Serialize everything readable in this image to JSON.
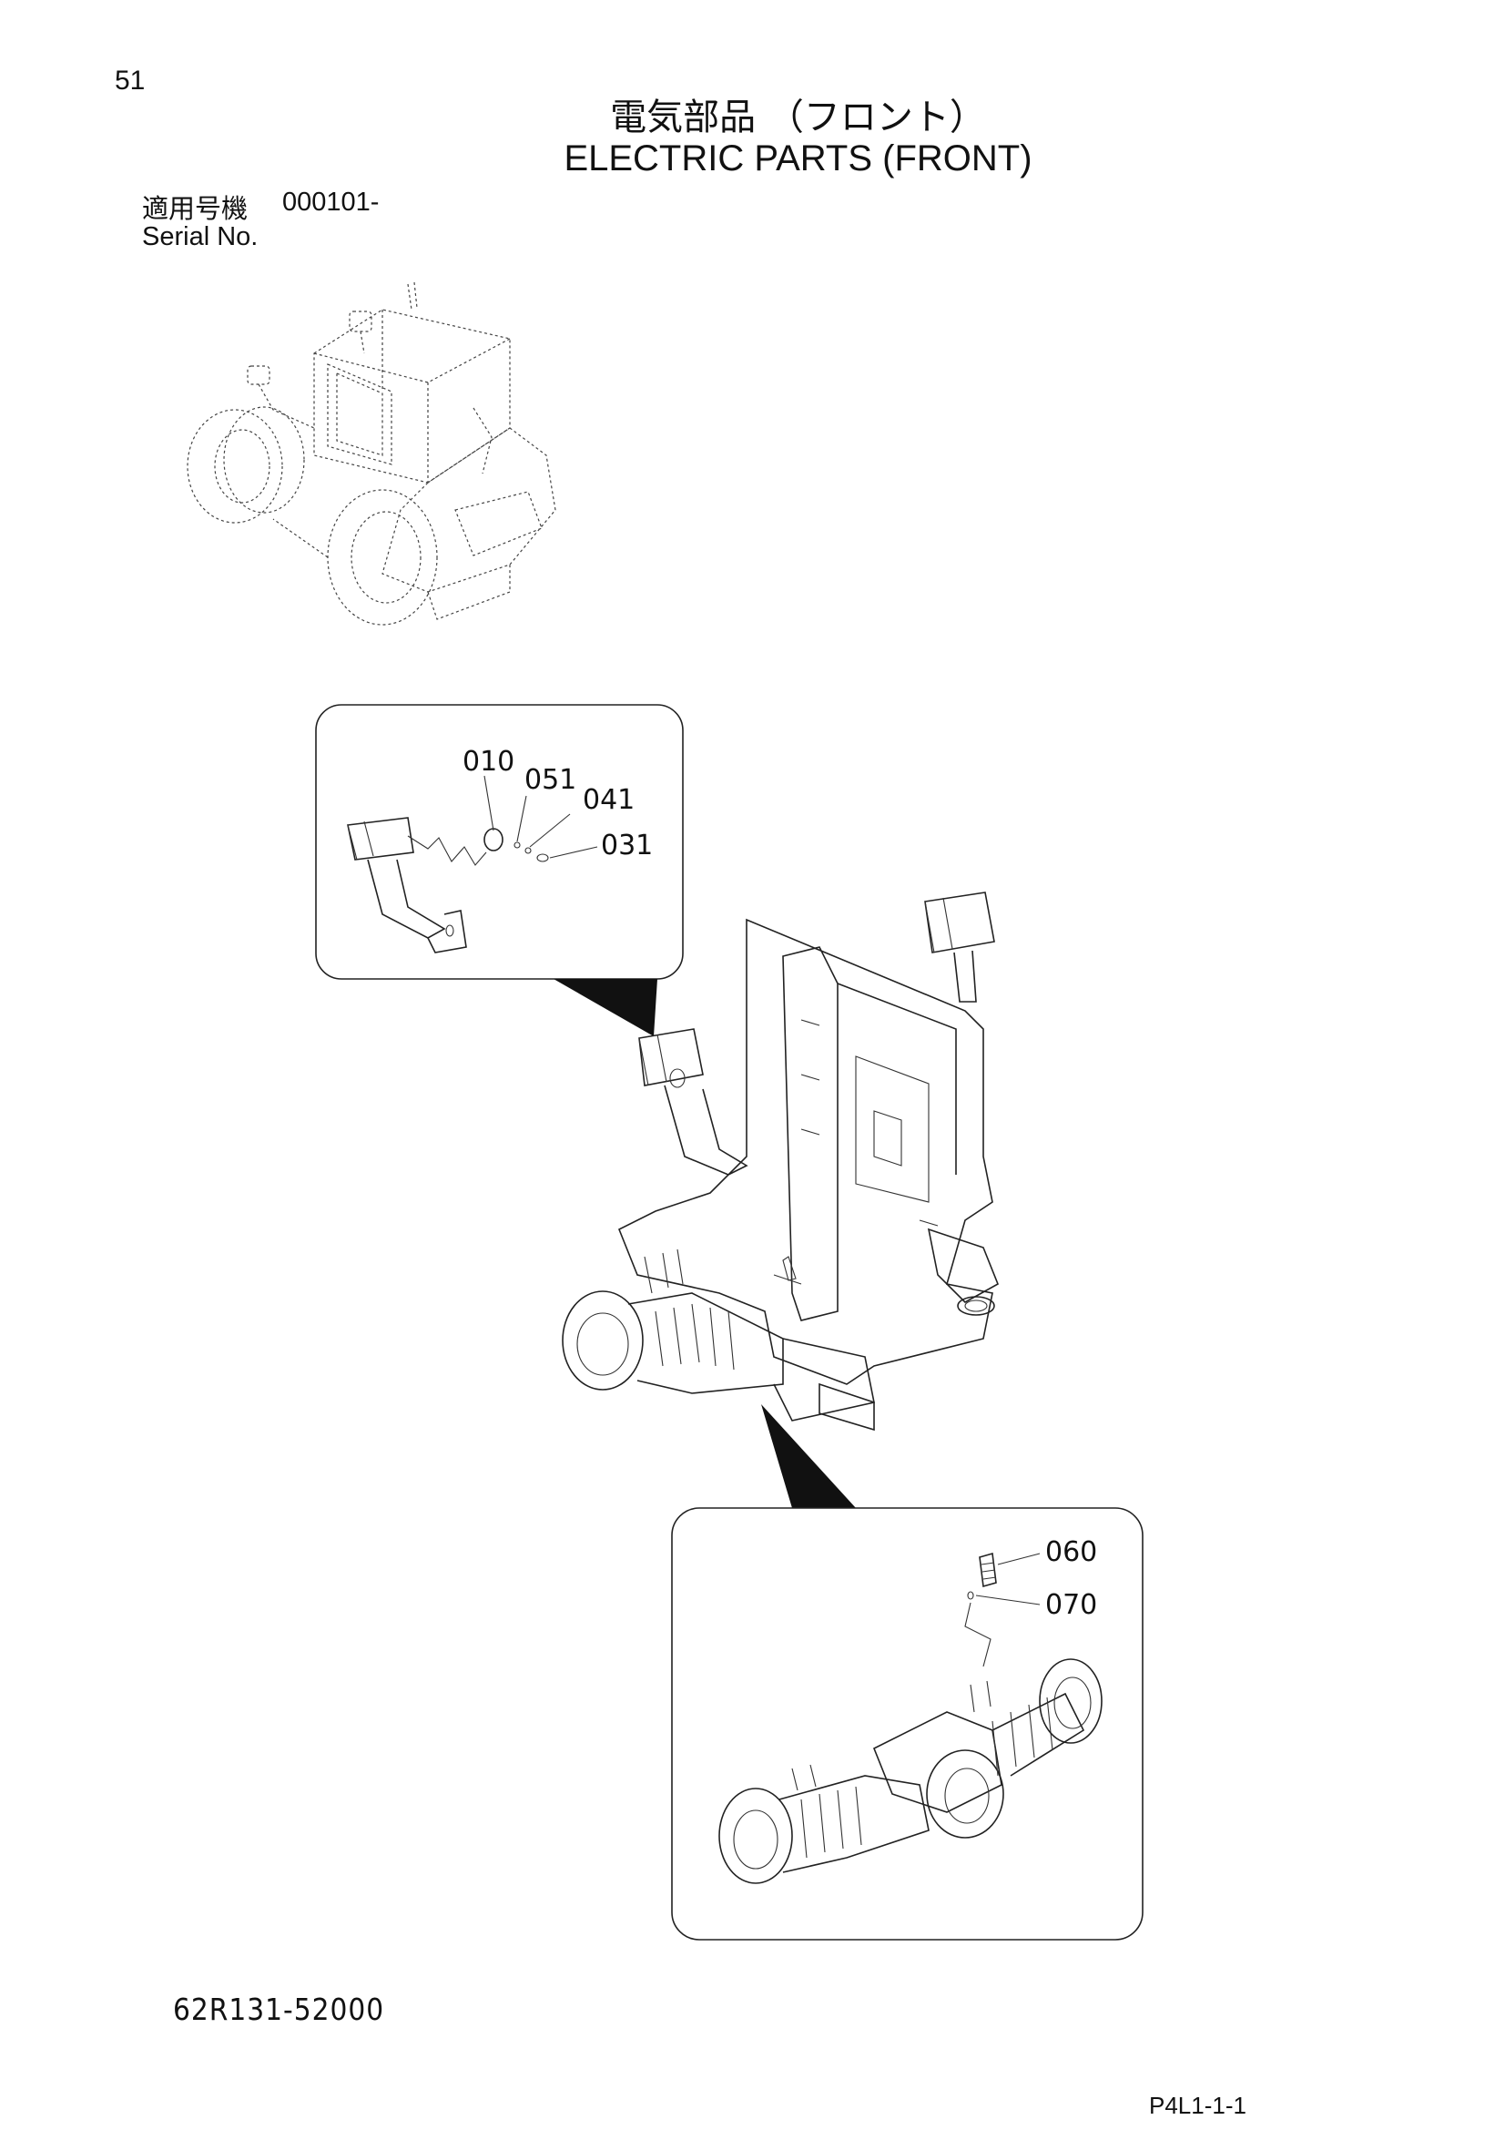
{
  "header": {
    "page_number": "51",
    "title_jp": "電気部品 （フロント）",
    "title_en": "ELECTRIC PARTS (FRONT)",
    "serial_label_jp": "適用号機",
    "serial_value": "000101-",
    "serial_label_en": "Serial No."
  },
  "callouts": {
    "p010": "010",
    "p051": "051",
    "p041": "041",
    "p031": "031",
    "p060": "060",
    "p070": "070"
  },
  "footer": {
    "drawing_number": "62R131-52000",
    "page_code": "P4L1-1-1"
  }
}
